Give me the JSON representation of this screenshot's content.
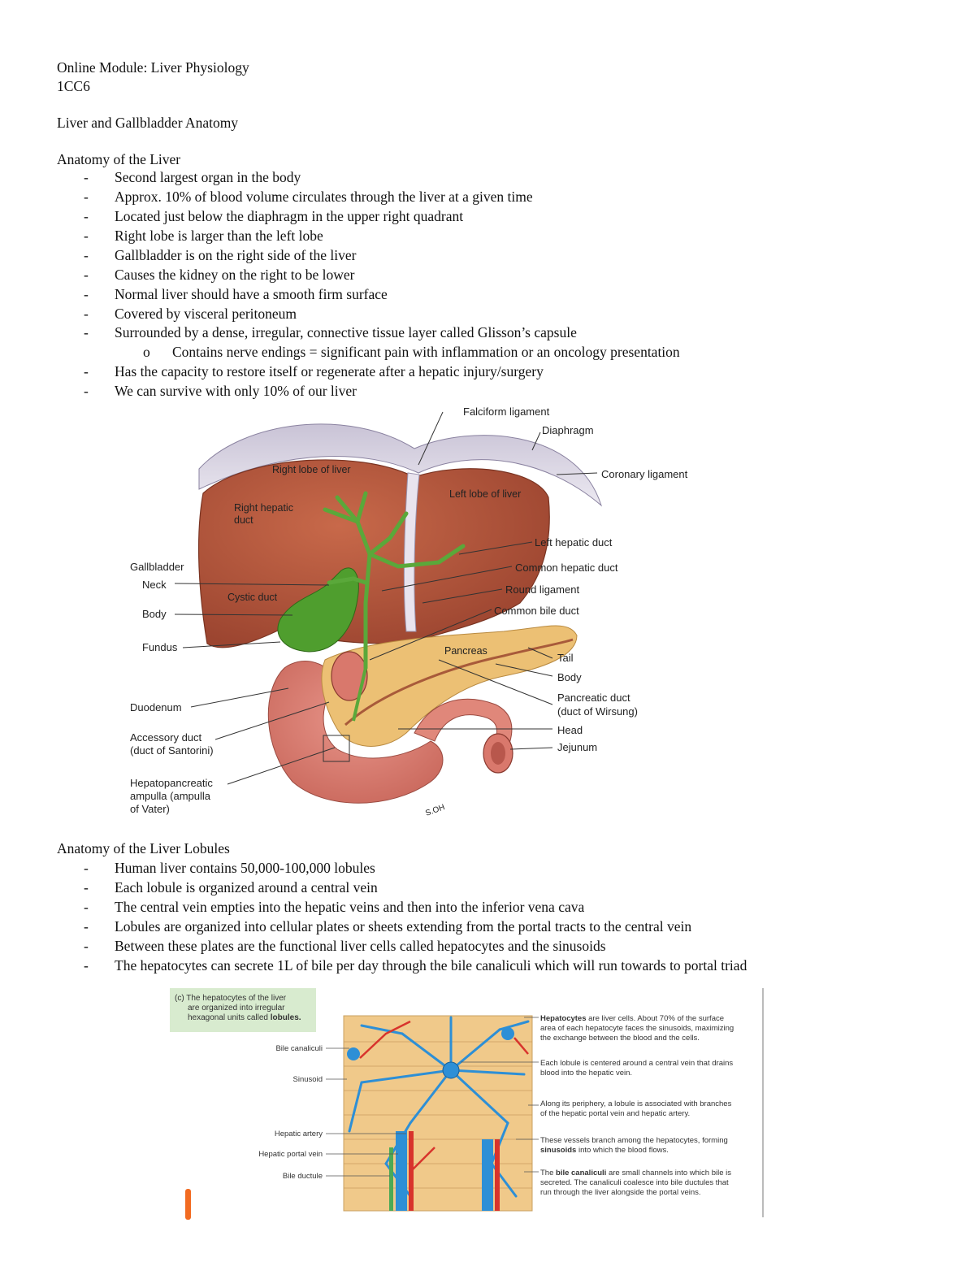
{
  "header": {
    "module": "Online Module: Liver Physiology",
    "course": "1CC6",
    "section": "Liver and Gallbladder Anatomy"
  },
  "liver": {
    "heading": "Anatomy of the Liver",
    "items": [
      "Second largest organ in the body",
      "Approx. 10% of blood volume circulates through the liver at a given time",
      "Located just below the diaphragm in the upper right quadrant",
      "Right lobe is larger than the left lobe",
      "Gallbladder is on the right side of the liver",
      "Causes the kidney on the right to be lower",
      "Normal liver should have a smooth firm surface",
      "Covered by visceral peritoneum",
      "Surrounded by a dense, irregular, connective tissue layer called Glisson’s capsule"
    ],
    "subitem_marker": "o",
    "subitem": "Contains nerve endings = significant pain with inflammation or an oncology presentation",
    "items_after": [
      "Has the capacity to restore itself or regenerate after a hepatic injury/surgery",
      "We can survive with only 10% of our liver"
    ],
    "dash": "-"
  },
  "figure1": {
    "labels": {
      "falciform": "Falciform ligament",
      "diaphragm": "Diaphragm",
      "coronary": "Coronary ligament",
      "right_lobe": "Right lobe of liver",
      "left_lobe": "Left lobe of liver",
      "right_hepatic_1": "Right hepatic",
      "right_hepatic_2": "duct",
      "left_hepatic": "Left hepatic duct",
      "common_hepatic": "Common hepatic duct",
      "round_lig": "Round ligament",
      "common_bile": "Common bile duct",
      "gallbladder": "Gallbladder",
      "neck": "Neck",
      "body": "Body",
      "fundus": "Fundus",
      "cystic": "Cystic duct",
      "pancreas": "Pancreas",
      "tail": "Tail",
      "pbody": "Body",
      "pduct_1": "Pancreatic duct",
      "pduct_2": "(duct of Wirsung)",
      "head": "Head",
      "jejunum": "Jejunum",
      "duodenum": "Duodenum",
      "accessory_1": "Accessory duct",
      "accessory_2": "(duct of Santorini)",
      "ampulla_1": "Hepatopancreatic",
      "ampulla_2": "ampulla (ampulla",
      "ampulla_3": "of Vater)",
      "signature": "S.OH"
    }
  },
  "lobules": {
    "heading": "Anatomy of the Liver Lobules",
    "items": [
      "Human liver contains 50,000-100,000 lobules",
      "Each lobule is organized around a central vein",
      "The central vein empties into the hepatic veins and then into the inferior vena cava",
      "Lobules are organized into cellular plates or sheets extending from the portal tracts to the central vein",
      "Between these plates are the functional liver cells called hepatocytes and the sinusoids",
      "The hepatocytes can secrete 1L of bile per day through the bile canaliculi which will run towards to portal triad"
    ]
  },
  "figure2": {
    "caption_1": "(c) The hepatocytes of the liver",
    "caption_2": "are organized into irregular",
    "caption_3a": "hexagonal units called ",
    "caption_3b": "lobules.",
    "left_labels": {
      "bile_canaliculi": "Bile canaliculi",
      "sinusoid": "Sinusoid",
      "hepatic_artery": "Hepatic artery",
      "hepatic_portal_vein": "Hepatic portal vein",
      "bile_ductule": "Bile ductule"
    },
    "notes": {
      "n1_bold": "Hepatocytes",
      "n1_a": " are liver cells. About 70% of the surface",
      "n1_b": "area of each hepatocyte faces the sinusoids, maximizing",
      "n1_c": "the exchange between the blood and the cells.",
      "n2_a": "Each lobule is centered around a central vein that drains",
      "n2_b": "blood into the hepatic vein.",
      "n3_a": "Along its periphery, a lobule is associated with branches",
      "n3_b": "of the hepatic portal vein and hepatic artery.",
      "n4_a": "These vessels branch among the hepatocytes, forming",
      "n4_b_bold": "sinusoids",
      "n4_b": " into which the blood flows.",
      "n5_a": "The ",
      "n5_bold": "bile canaliculi",
      "n5_b": " are small channels into which bile is",
      "n5_c": "secreted. The canaliculi coalesce into bile ductules that",
      "n5_d": "run through the liver alongside the portal veins."
    }
  },
  "colors": {
    "liver": "#b5553a",
    "gallbladder": "#4a9a2a",
    "duodenum": "#d97a6a",
    "pancreas": "#e9b86a",
    "vessel_blue": "#2d8fd6",
    "vessel_red": "#d8332c",
    "caption_bg": "#d8ebcf",
    "accent_mark": "#f26b21"
  }
}
